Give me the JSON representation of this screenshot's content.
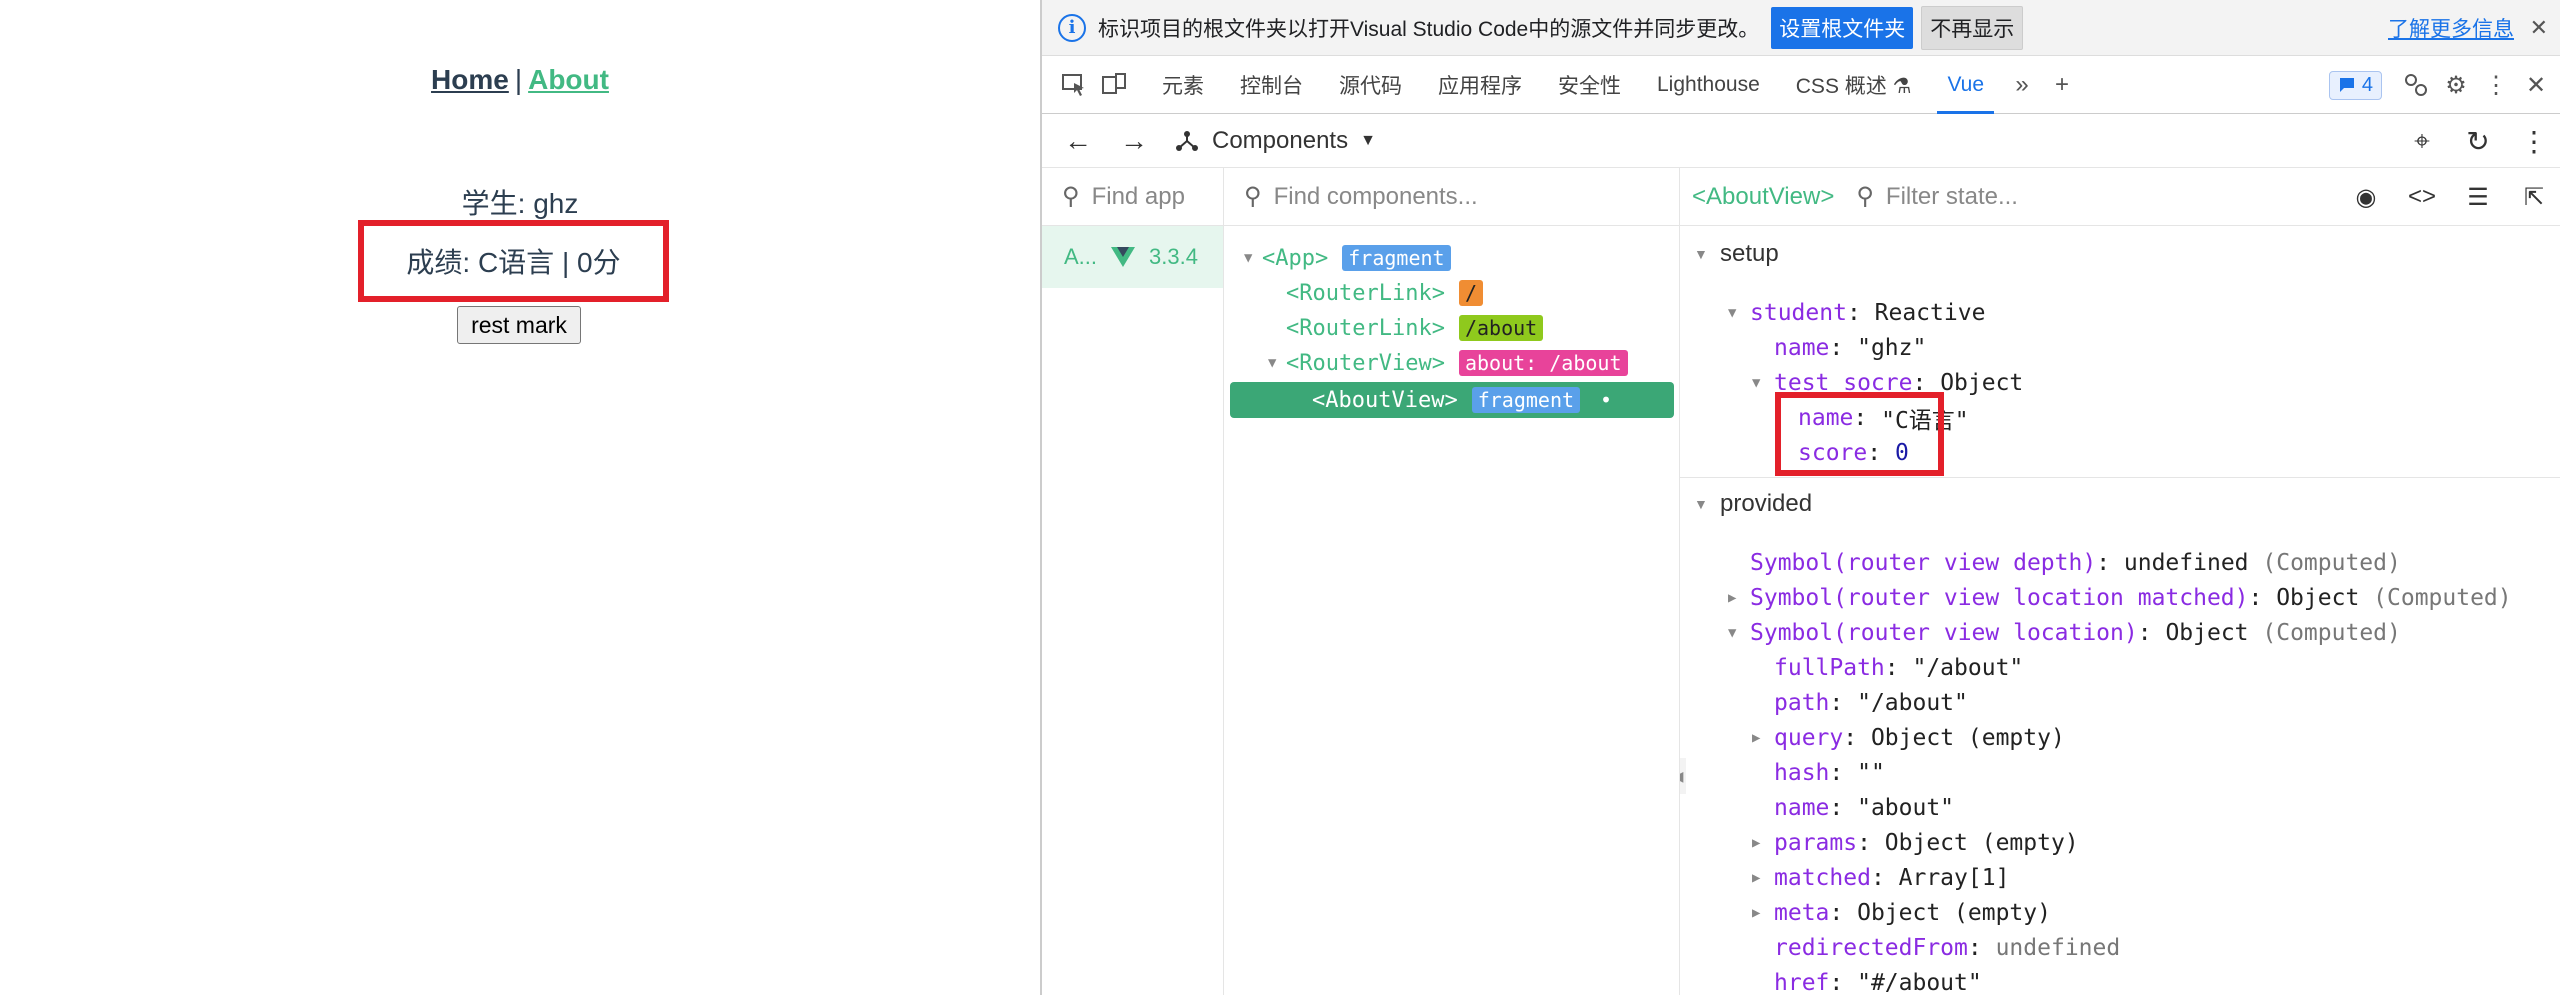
{
  "page": {
    "nav": {
      "home": "Home",
      "separator": "|",
      "about": "About"
    },
    "student_line": "学生: ghz",
    "score_line": "成绩: C语言 | 0分",
    "reset_button": "rest mark"
  },
  "devtools": {
    "infobar": {
      "text": "标识项目的根文件夹以打开Visual Studio Code中的源文件并同步更改。",
      "set_root": "设置根文件夹",
      "dont_show": "不再显示",
      "learn_more": "了解更多信息"
    },
    "tabs": [
      {
        "label": "元素"
      },
      {
        "label": "控制台"
      },
      {
        "label": "源代码"
      },
      {
        "label": "应用程序"
      },
      {
        "label": "安全性"
      },
      {
        "label": "Lighthouse"
      },
      {
        "label": "CSS 概述 ⚗"
      },
      {
        "label": "Vue"
      }
    ],
    "issues_count": "4",
    "vue": {
      "components_label": "Components",
      "find_app_placeholder": "Find app",
      "find_components_placeholder": "Find components...",
      "filter_state_placeholder": "Filter state...",
      "app": {
        "name": "A...",
        "version": "3.3.4"
      },
      "tree": [
        {
          "tag": "<App>",
          "badge": "fragment"
        },
        {
          "tag": "<RouterLink>",
          "badge": "/"
        },
        {
          "tag": "<RouterLink>",
          "badge": "/about"
        },
        {
          "tag": "<RouterView>",
          "badge": "about: /about"
        },
        {
          "tag": "<AboutView>",
          "badge": "fragment",
          "dot": "•"
        }
      ],
      "selected_component": "<AboutView>",
      "setup": {
        "title": "setup",
        "student_key": "student",
        "student_type": "Reactive",
        "name_key": "name",
        "name_val": "\"ghz\"",
        "test_key": "test_socre",
        "test_type": "Object",
        "tname_key": "name",
        "tname_val": "\"C语言\"",
        "score_key": "score",
        "score_val": "0"
      },
      "provided": {
        "title": "provided",
        "rows": [
          {
            "k": "Symbol(router view depth)",
            "v": "undefined",
            "m": "(Computed)"
          },
          {
            "k": "Symbol(router view location matched)",
            "v": "Object",
            "m": "(Computed)"
          },
          {
            "k": "Symbol(router view location)",
            "v": "Object",
            "m": "(Computed)"
          },
          {
            "k": "fullPath",
            "v": "\"/about\""
          },
          {
            "k": "path",
            "v": "\"/about\""
          },
          {
            "k": "query",
            "v": "Object (empty)"
          },
          {
            "k": "hash",
            "v": "\"\""
          },
          {
            "k": "name",
            "v": "\"about\""
          },
          {
            "k": "params",
            "v": "Object (empty)"
          },
          {
            "k": "matched",
            "v": "Array[1]"
          },
          {
            "k": "meta",
            "v": "Object (empty)"
          },
          {
            "k": "redirectedFrom",
            "v": "undefined"
          },
          {
            "k": "href",
            "v": "\"#/about\""
          }
        ]
      }
    }
  }
}
